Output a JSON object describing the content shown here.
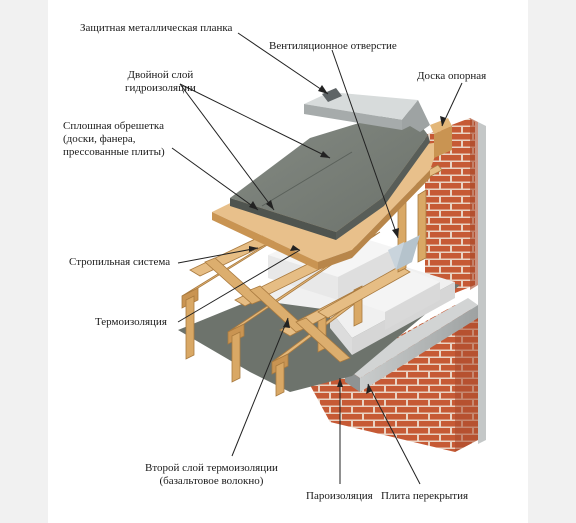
{
  "labels": {
    "metal_strip": "Защитная металлическая планка",
    "vent_hole": "Вентиляционное отверстие",
    "support_board": "Доска опорная",
    "double_waterproof": "Двойной слой\nгидроизоляции",
    "solid_sheathing": "Сплошная обрешетка\n(доски, фанера,\nпрессованные плиты)",
    "rafter_system": "Стропильная система",
    "thermal_insulation": "Термоизоляция",
    "second_insulation": "Второй слой термоизоляции\n(базальтовое волокно)",
    "vapor_barrier": "Пароизоляция",
    "floor_slab": "Плита перекрытия"
  },
  "colors": {
    "brick": "#c65a35",
    "mortar": "#e9d3c3",
    "wood": "#e0b374",
    "wood_dark": "#b8864a",
    "membrane": "#7d837c",
    "membrane_dark": "#5e645e",
    "insulation": "#eeeeee",
    "slab": "#b9bcbc"
  }
}
